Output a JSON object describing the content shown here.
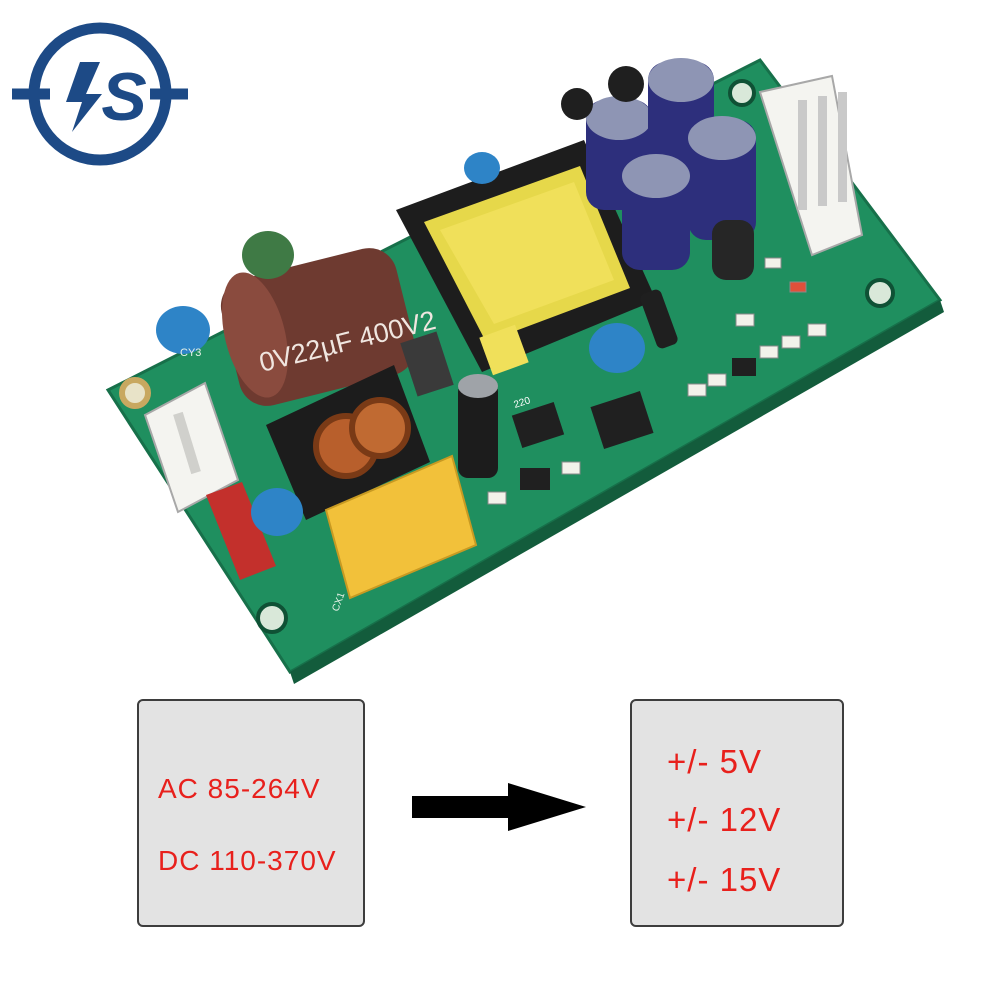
{
  "logo": {
    "icon": "is-brand-logo-icon",
    "text": "IS",
    "color": "#1d4a86"
  },
  "photo": {
    "icon": "power-supply-board-photo",
    "silkscreen": [
      "0V22µF 400V2",
      "220",
      "CY3",
      "CX1"
    ]
  },
  "input_spec": {
    "lines": [
      "AC  85-264V",
      "DC  110-370V"
    ]
  },
  "output_spec": {
    "lines": [
      "+/-  5V",
      "+/-  12V",
      "+/-  15V"
    ]
  },
  "colors": {
    "spec_text": "#e8201c",
    "box_bg": "#e3e3e3",
    "pcb": "#1f8f5f",
    "brand": "#1d4a86"
  }
}
